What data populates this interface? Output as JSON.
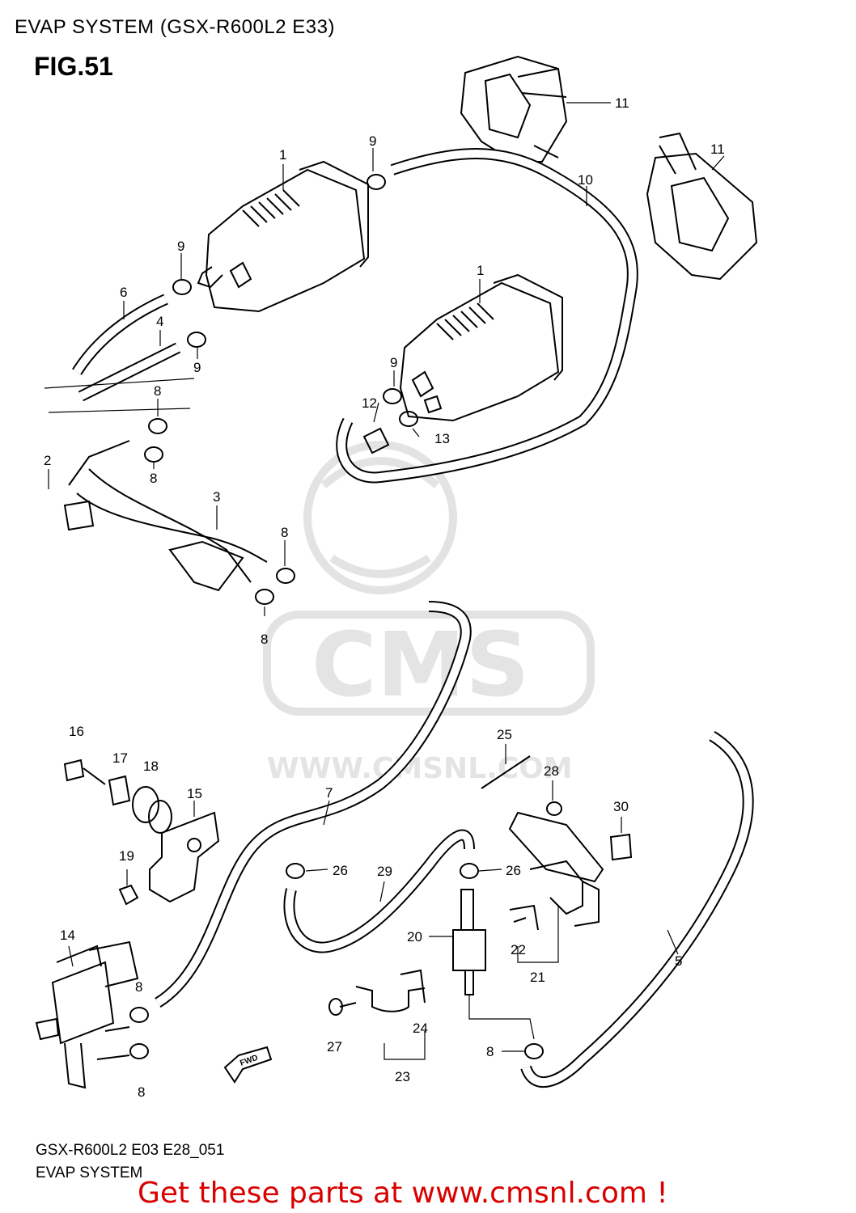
{
  "header": {
    "title": "EVAP SYSTEM (GSX-R600L2 E33)",
    "figure": "FIG.51"
  },
  "watermark": {
    "brand": "CMS",
    "url": "WWW.CMSNL.COM"
  },
  "footer": {
    "code": "GSX-R600L2 E03 E28_051",
    "name": "EVAP SYSTEM",
    "cta": "Get these parts at www.cmsnl.com !"
  },
  "colors": {
    "line": "#000000",
    "cta": "#d80000",
    "watermark": "#e3e3e3"
  },
  "callouts": {
    "c1a": "1",
    "c1b": "1",
    "c2": "2",
    "c3": "3",
    "c4": "4",
    "c5": "5",
    "c6": "6",
    "c7": "7",
    "c8a": "8",
    "c8b": "8",
    "c8c": "8",
    "c8d": "8",
    "c8e": "8",
    "c8f": "8",
    "c8g": "8",
    "c9a": "9",
    "c9b": "9",
    "c9c": "9",
    "c9d": "9",
    "c10": "10",
    "c11a": "11",
    "c11b": "11",
    "c12": "12",
    "c13": "13",
    "c14": "14",
    "c15": "15",
    "c16": "16",
    "c17": "17",
    "c18": "18",
    "c19": "19",
    "c20": "20",
    "c21": "21",
    "c22": "22",
    "c23": "23",
    "c24": "24",
    "c25": "25",
    "c26a": "26",
    "c26b": "26",
    "c27": "27",
    "c28": "28",
    "c29": "29",
    "c30": "30",
    "fwd": "FWD"
  }
}
